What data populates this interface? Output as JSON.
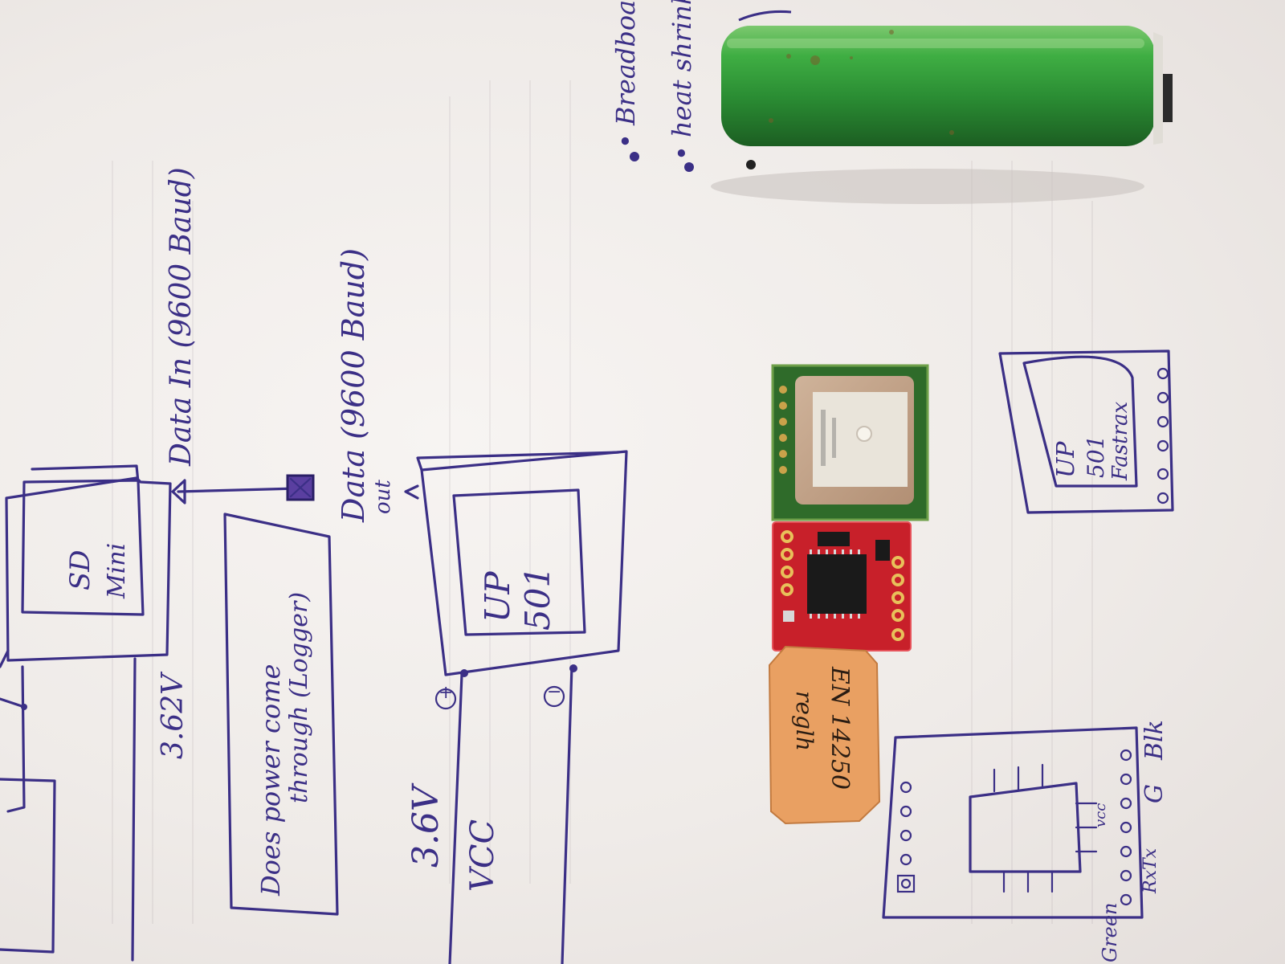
{
  "photo": {
    "notes": {
      "data_in": "Data In (9600 Baud)",
      "data_out": "Data (9600 Baud)",
      "out": "out",
      "sd_label_1": "SD",
      "sd_label_2": "Mini",
      "voltage_1": "3.62V",
      "does_power": "Does power come",
      "through_logger": "through (Logger)",
      "up501_1": "UP",
      "up501_2": "501",
      "plus": "+",
      "minus": "−",
      "voltage_2": "3.6V",
      "vcc": "VCC",
      "breadboard": "• Breadboard",
      "heat_shrink": "• heat shrink",
      "fastrax_1": "UP",
      "fastrax_2": "501",
      "fastrax_3": "Fastrax",
      "pin_vcc": "vcc",
      "pin_rxtx": "RxTx",
      "pin_g": "G",
      "pin_blk": "Blk",
      "green": "Green"
    },
    "sticker": {
      "line1": "EN 14250",
      "line2": "reglh"
    },
    "colors": {
      "ink": "#3b2f86",
      "paper": "#f4f1ef",
      "battery": "#2f9a3a",
      "gps_board": "#2f6b2a",
      "logger_board": "#c8202a",
      "sticker": "#e9a062"
    }
  }
}
